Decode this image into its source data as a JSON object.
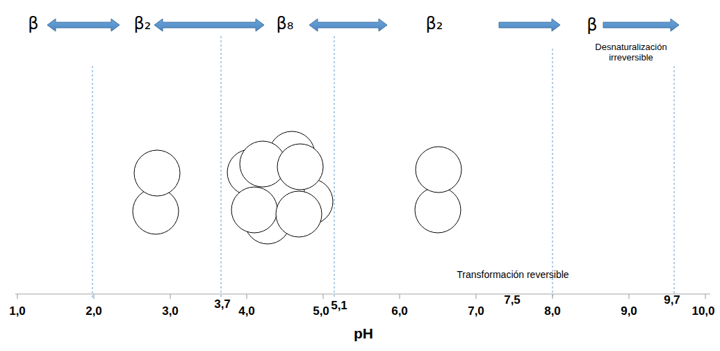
{
  "diagram": {
    "labels": [
      "β",
      "β₂",
      "β₈",
      "β₂",
      "β",
      "Desnaturalización irreversible",
      "Transformación reversible",
      "1,0",
      "2,0",
      "3,0",
      "3,7",
      "4,0",
      "5,0",
      "5,1",
      "6,0",
      "7,0",
      "7,5",
      "8,0",
      "9,0",
      "9,7",
      "10,0",
      "pH"
    ]
  }
}
